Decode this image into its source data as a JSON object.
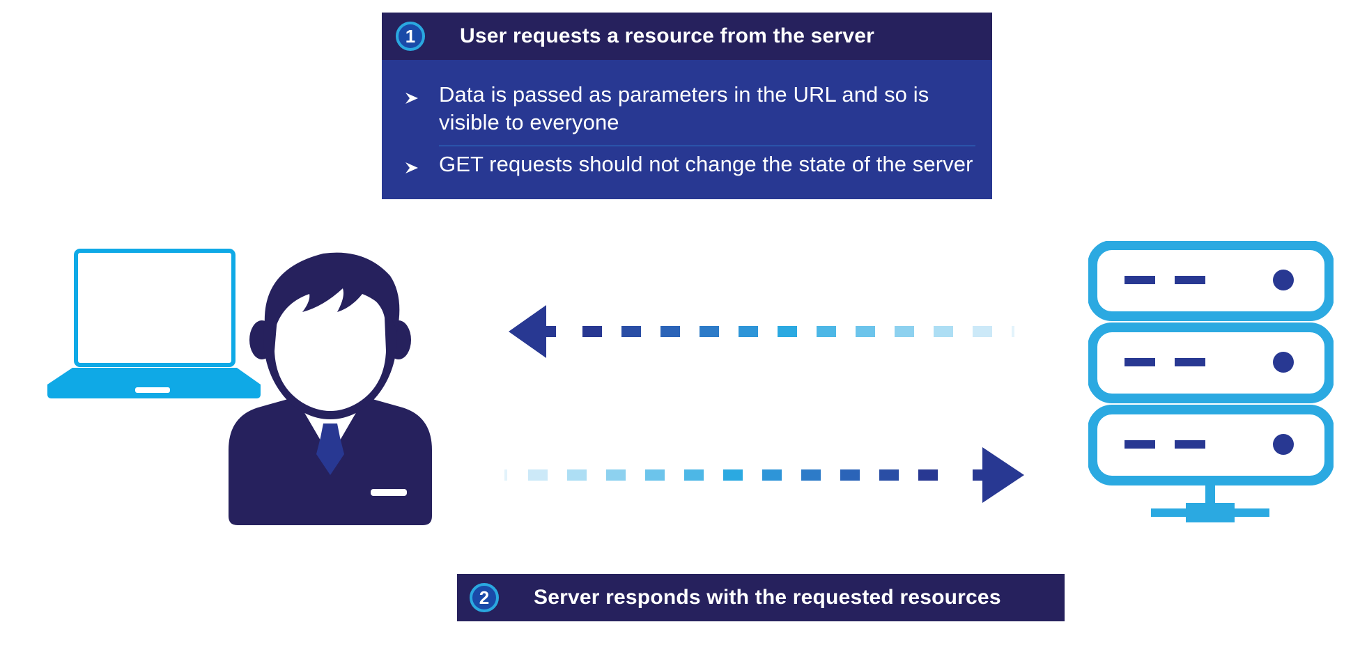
{
  "step1": {
    "number": "1",
    "title": "User requests a resource from the server",
    "bullets": [
      "Data is passed as parameters in the URL  and so is visible to everyone",
      "GET requests should not change the state of the server"
    ]
  },
  "step2": {
    "number": "2",
    "title": "Server responds with the requested resources"
  },
  "icons": {
    "client": "laptop-icon",
    "user": "user-icon",
    "server": "server-icon",
    "arrow_left": "arrow-left-icon",
    "arrow_right": "arrow-right-icon"
  },
  "colors": {
    "header": "#26215d",
    "body": "#283892",
    "light_blue": "#0fa9e6",
    "server_blue": "#2ba9e1",
    "navy": "#26215d"
  }
}
